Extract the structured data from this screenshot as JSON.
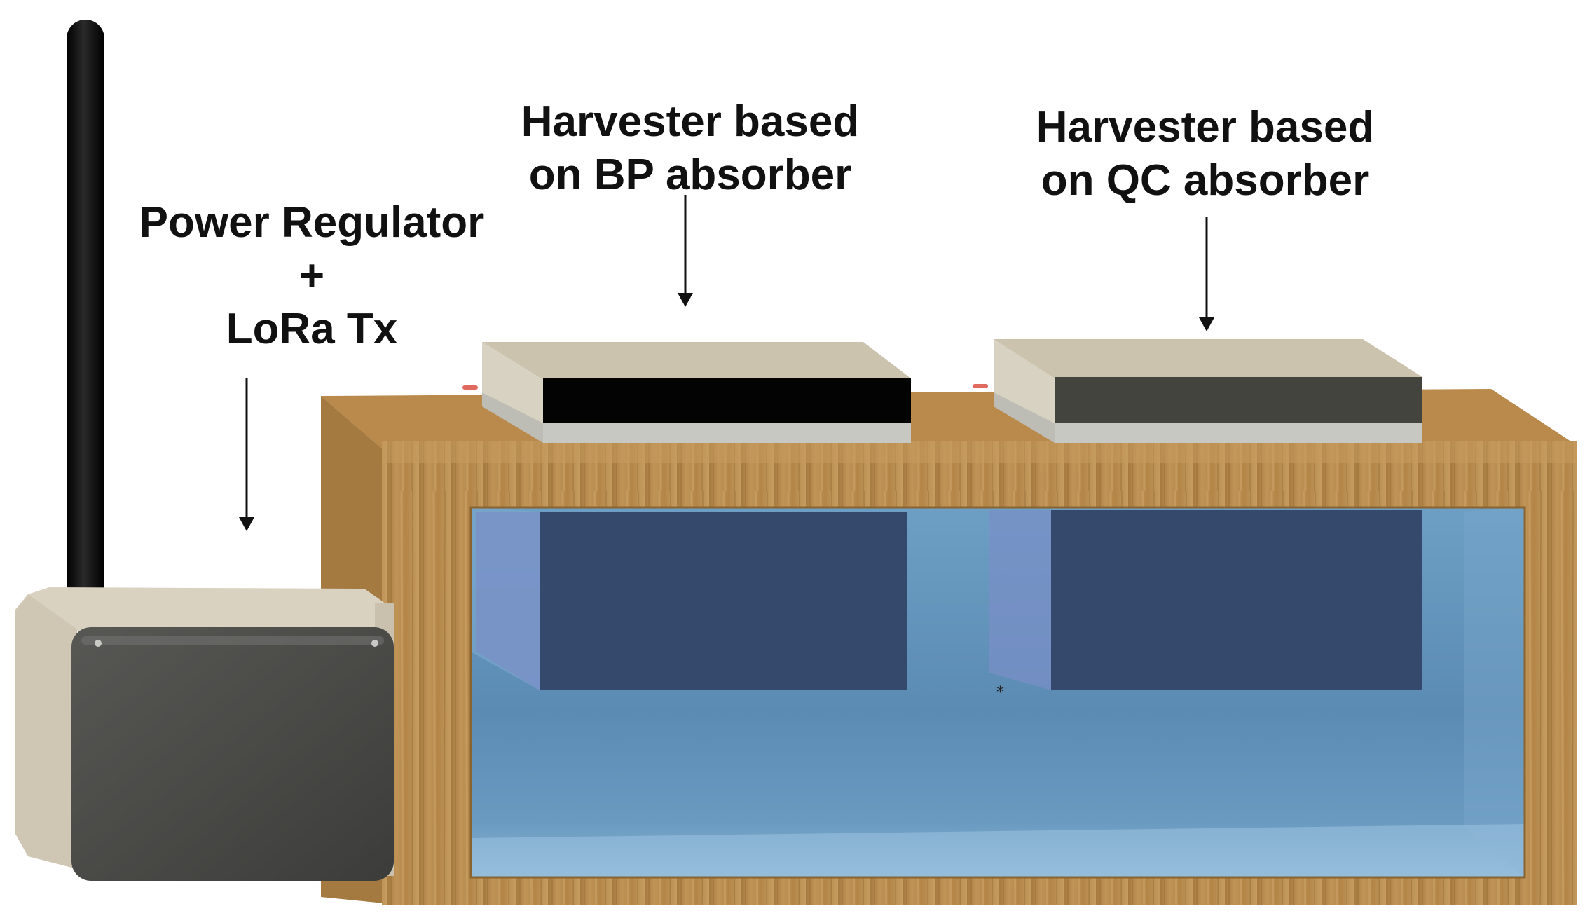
{
  "labels": {
    "regulator": {
      "line1": "Power Regulator",
      "line2": "+",
      "line3": "LoRa Tx"
    },
    "bp": {
      "line1": "Harvester based",
      "line2": "on BP absorber"
    },
    "qc": {
      "line1": "Harvester based",
      "line2": "on  QC absorber"
    }
  },
  "colors": {
    "wood": "#b8894d",
    "wood_dark": "#9c7038",
    "water": "#5b8fb8",
    "water_light": "#86b3d6",
    "submerged_block": "#34496c",
    "antenna": "#0b0b0b",
    "enclosure_beige": "#d9d2c0",
    "enclosure_dark": "#4a4a47",
    "bp_absorber": "#030303",
    "qc_absorber": "#44443f",
    "panel_top": "#c9c1ac",
    "panel_base": "#c8c8c2"
  },
  "icons": {
    "antenna": "antenna-icon",
    "arrow": "down-arrow-icon"
  }
}
